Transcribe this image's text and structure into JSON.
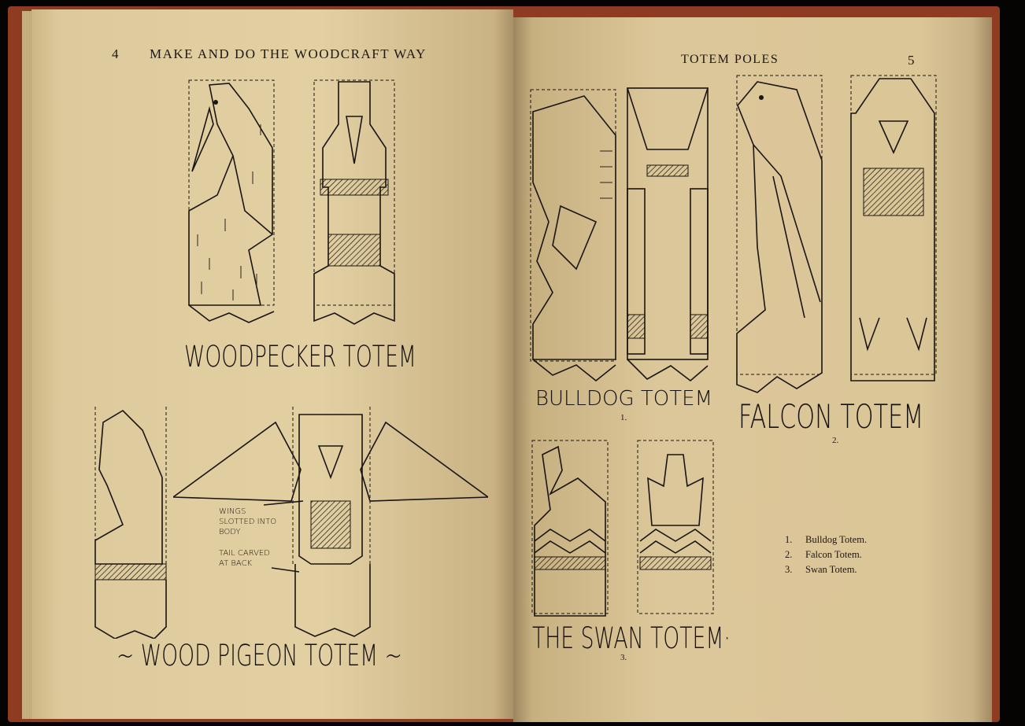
{
  "left_page": {
    "page_number": "4",
    "running_head": "MAKE AND DO THE WOODCRAFT WAY",
    "woodpecker_caption": "WOODPECKER TOTEM",
    "pigeon_caption": "~ WOOD PIGEON TOTEM ~",
    "note_wings": "WINGS SLOTTED INTO BODY",
    "note_tail": "TAIL CARVED AT BACK"
  },
  "right_page": {
    "page_number": "5",
    "running_head": "TOTEM POLES",
    "bulldog_caption": "BULLDOG TOTEM",
    "bulldog_num": "1.",
    "falcon_caption": "FALCON TOTEM",
    "falcon_num": "2.",
    "swan_caption": "THE SWAN TOTEM·",
    "swan_num": "3.",
    "legend": [
      {
        "num": "1.",
        "label": "Bulldog Totem."
      },
      {
        "num": "2.",
        "label": "Falcon Totem."
      },
      {
        "num": "3.",
        "label": "Swan Totem."
      }
    ]
  }
}
